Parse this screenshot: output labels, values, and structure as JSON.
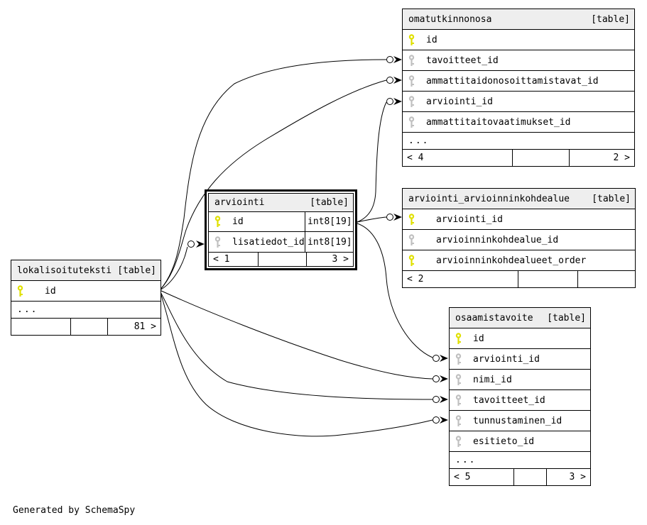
{
  "page": {
    "generated_note": "Generated by SchemaSpy"
  },
  "colors": {
    "pk_key": "#e0e000",
    "fk_key": "#c0c0c0",
    "header_bg": "#eeeeee",
    "line": "#000000"
  },
  "diagram": {
    "tables": [
      {
        "id": "omatutkinnonosa",
        "name": "omatutkinnonosa",
        "tag": "[table]",
        "columns": [
          {
            "name": "id",
            "key": "pk"
          },
          {
            "name": "tavoitteet_id",
            "key": "fk"
          },
          {
            "name": "ammattitaidonosoittamistavat_id",
            "key": "fk"
          },
          {
            "name": "arviointi_id",
            "key": "fk"
          },
          {
            "name": "ammattitaitovaatimukset_id",
            "key": "fk"
          }
        ],
        "more": "...",
        "footer": {
          "left": "< 4",
          "mid": "",
          "right": "2 >"
        }
      },
      {
        "id": "arviointi",
        "name": "arviointi",
        "tag": "[table]",
        "columns": [
          {
            "name": "id",
            "key": "pk",
            "type": "int8[19]"
          },
          {
            "name": "lisatiedot_id",
            "key": "fk",
            "type": "int8[19]"
          }
        ],
        "footer": {
          "left": "< 1",
          "mid": "",
          "right": "3 >"
        }
      },
      {
        "id": "arviointi_arvioinninkohdealue",
        "name": "arviointi_arvioinninkohdealue",
        "tag": "[table]",
        "columns": [
          {
            "name": "arviointi_id",
            "key": "pk"
          },
          {
            "name": "arvioinninkohdealue_id",
            "key": "fk"
          },
          {
            "name": "arvioinninkohdealueet_order",
            "key": "pk"
          }
        ],
        "footer": {
          "left": "< 2",
          "mid": "",
          "right": ""
        }
      },
      {
        "id": "lokalisoituteksti",
        "name": "lokalisoituteksti",
        "tag": "[table]",
        "columns": [
          {
            "name": "id",
            "key": "pk"
          }
        ],
        "more": "...",
        "footer": {
          "left": "",
          "mid": "",
          "right": "81 >"
        }
      },
      {
        "id": "osaamistavoite",
        "name": "osaamistavoite",
        "tag": "[table]",
        "columns": [
          {
            "name": "id",
            "key": "pk"
          },
          {
            "name": "arviointi_id",
            "key": "fk"
          },
          {
            "name": "nimi_id",
            "key": "fk"
          },
          {
            "name": "tavoitteet_id",
            "key": "fk"
          },
          {
            "name": "tunnustaminen_id",
            "key": "fk"
          },
          {
            "name": "esitieto_id",
            "key": "fk"
          }
        ],
        "more": "...",
        "footer": {
          "left": "< 5",
          "mid": "",
          "right": "3 >"
        }
      }
    ],
    "relationships": [
      {
        "from": "lokalisoituteksti.id",
        "to": "omatutkinnonosa.tavoitteet_id"
      },
      {
        "from": "lokalisoituteksti.id",
        "to": "omatutkinnonosa.ammattitaidonosoittamistavat_id"
      },
      {
        "from": "arviointi.id",
        "to": "omatutkinnonosa.arviointi_id"
      },
      {
        "from": "arviointi.id",
        "to": "arviointi_arvioinninkohdealue.arviointi_id"
      },
      {
        "from": "arviointi.id",
        "to": "osaamistavoite.arviointi_id"
      },
      {
        "from": "lokalisoituteksti.id",
        "to": "arviointi.lisatiedot_id"
      },
      {
        "from": "lokalisoituteksti.id",
        "to": "osaamistavoite.nimi_id"
      },
      {
        "from": "lokalisoituteksti.id",
        "to": "osaamistavoite.tavoitteet_id"
      },
      {
        "from": "lokalisoituteksti.id",
        "to": "osaamistavoite.tunnustaminen_id"
      }
    ]
  }
}
